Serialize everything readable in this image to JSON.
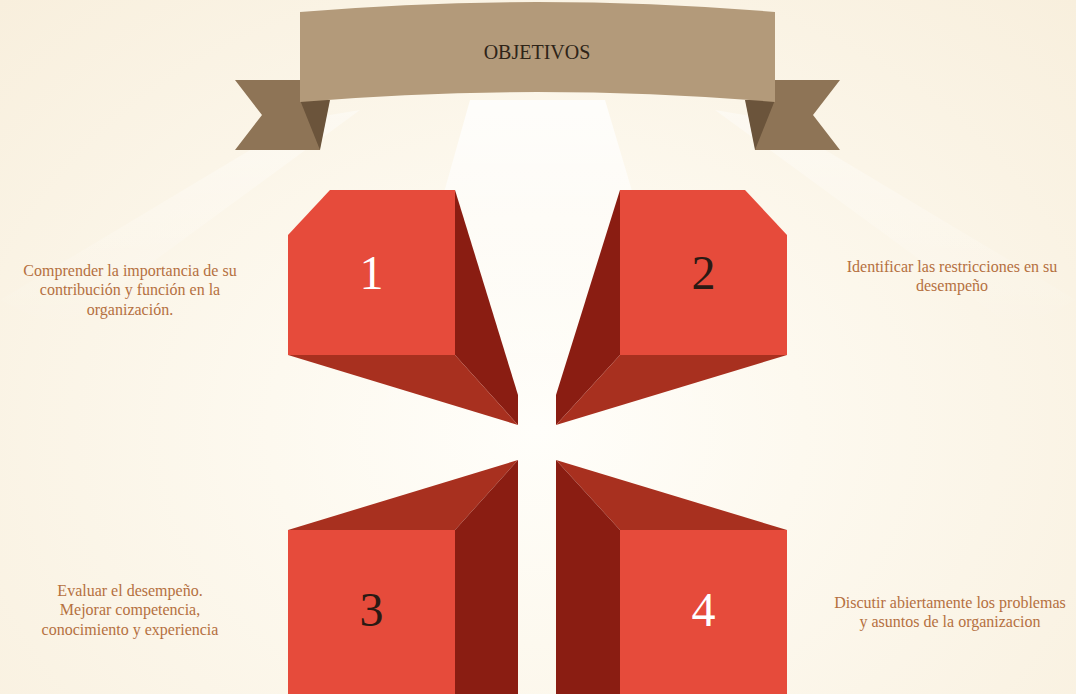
{
  "diagram": {
    "title": "OBJETIVOS",
    "nodes": [
      {
        "text": [
          "1"
        ]
      },
      {
        "text": [
          "2"
        ]
      },
      {
        "text": [
          "3"
        ]
      },
      {
        "text": [
          "4"
        ]
      }
    ],
    "labels": [
      "Comprender la importancia de su contribución y función en la organización.",
      "Identificar las restricciones en su desempeño",
      "Evaluar el desempeño. Mejorar competencia, conocimiento y experiencia",
      "Discutir abiertamente los problemas y asuntos de la organizacion"
    ]
  }
}
